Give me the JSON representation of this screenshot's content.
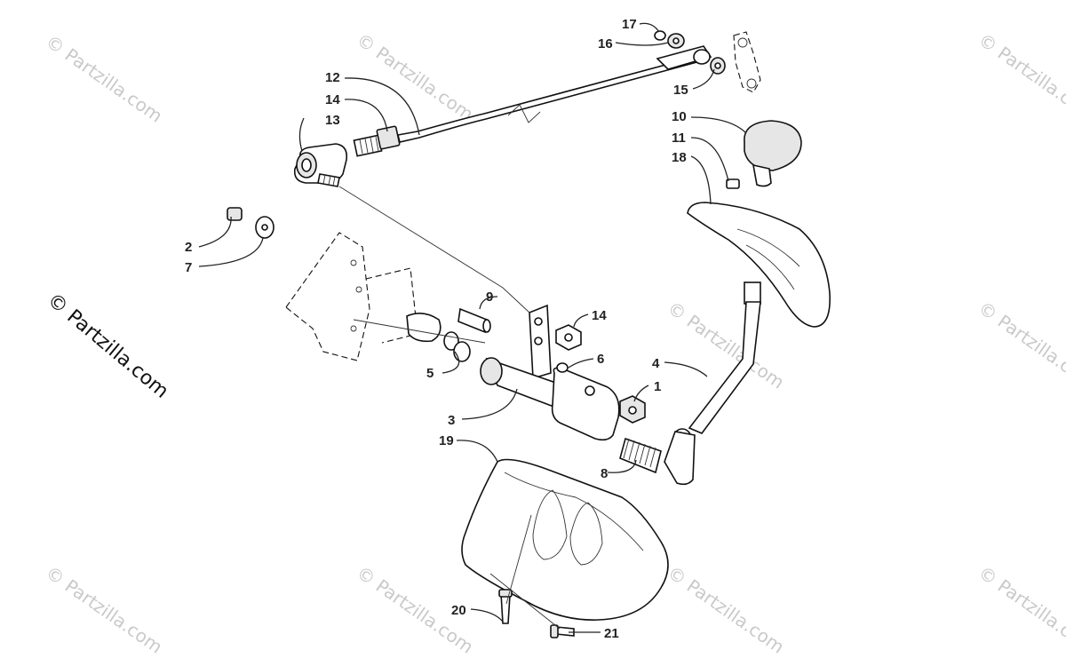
{
  "watermark": {
    "text": "© Partzilla.com",
    "side_label": "© Partzilla.com"
  },
  "callouts": {
    "c1": "1",
    "c2": "2",
    "c3": "3",
    "c4": "4",
    "c5": "5",
    "c6": "6",
    "c7": "7",
    "c8": "8",
    "c9": "9",
    "c10": "10",
    "c11": "11",
    "c12": "12",
    "c13": "13",
    "c14a": "14",
    "c14b": "14",
    "c15": "15",
    "c16": "16",
    "c17": "17",
    "c18": "18",
    "c19": "19",
    "c20": "20",
    "c21": "21"
  }
}
